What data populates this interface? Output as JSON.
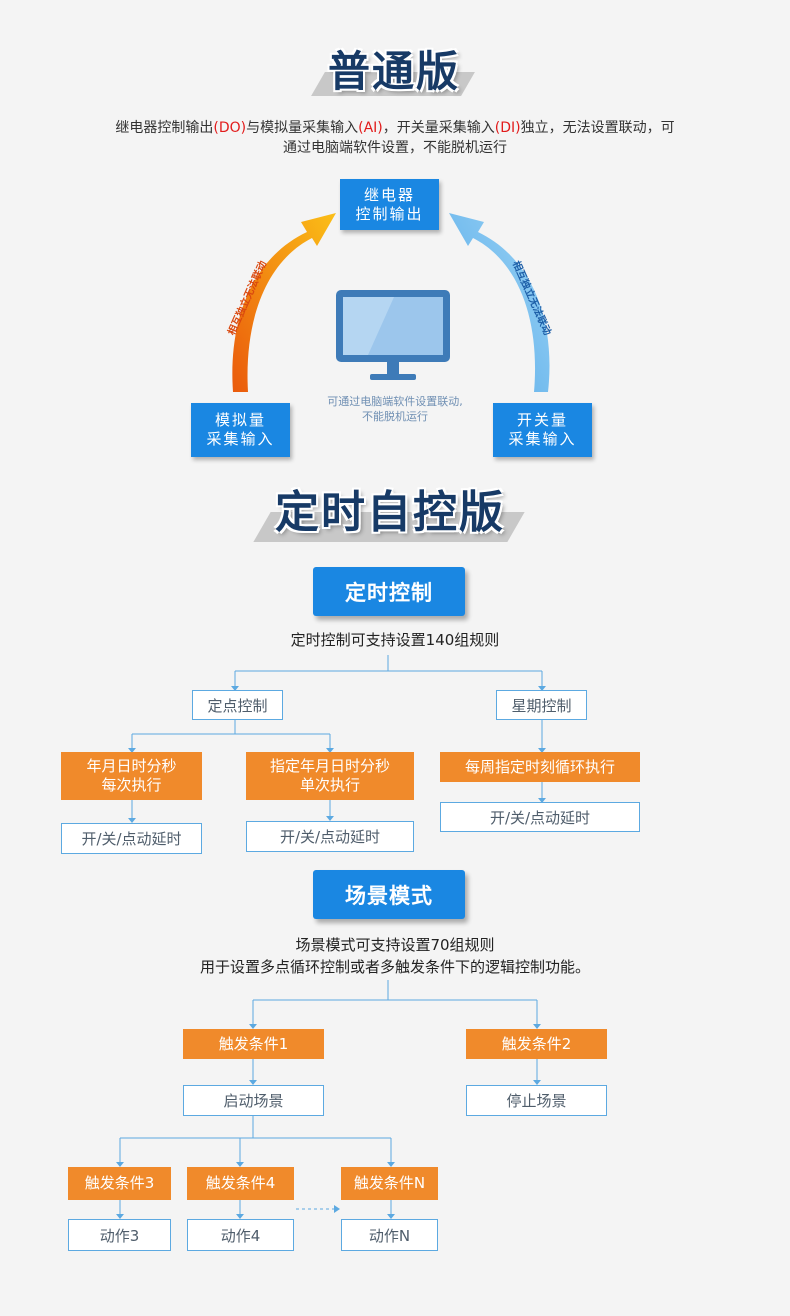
{
  "section1": {
    "title": "普通版",
    "intro": {
      "line1_parts": [
        "继电器控制输出",
        "(DO)",
        "与模拟量采集输入",
        "(AI)",
        "，开关量采集输入",
        "(DI)",
        "独立，无法设置联动，可"
      ],
      "line2": "通过电脑端软件设置，不能脱机运行"
    },
    "top_box": {
      "line1": "继电器",
      "line2": "控制输出"
    },
    "left_box": {
      "line1": "模拟量",
      "line2": "采集输入"
    },
    "right_box": {
      "line1": "开关量",
      "line2": "采集输入"
    },
    "left_arc_label": "相互独立无法联动",
    "right_arc_label": "相互独立无法联动",
    "center_note": {
      "line1": "可通过电脑端软件设置联动,",
      "line2": "不能脱机运行"
    },
    "colors": {
      "box": "#1a87e2",
      "left_arc_start": "#ea5a0c",
      "left_arc_end": "#fbbf17",
      "right_arc_start": "#52a8e8",
      "right_arc_end": "#9dd4f5",
      "monitor": "#3e7bb8"
    }
  },
  "section2": {
    "title": "定时自控版",
    "timing": {
      "pill": "定时控制",
      "desc": "定时控制可支持设置140组规则",
      "branch_left": "定点控制",
      "branch_right": "星期控制",
      "orange1": {
        "line1": "年月日时分秒",
        "line2": "每次执行"
      },
      "orange2": {
        "line1": "指定年月日时分秒",
        "line2": "单次执行"
      },
      "orange3": "每周指定时刻循环执行",
      "action1": "开/关/点动延时",
      "action2": "开/关/点动延时",
      "action3": "开/关/点动延时"
    },
    "scene": {
      "pill": "场景模式",
      "desc_line1": "场景模式可支持设置70组规则",
      "desc_line2": "用于设置多点循环控制或者多触发条件下的逻辑控制功能。",
      "trigger1": "触发条件1",
      "trigger2": "触发条件2",
      "start_scene": "启动场景",
      "stop_scene": "停止场景",
      "trigger3": "触发条件3",
      "trigger4": "触发条件4",
      "triggerN": "触发条件N",
      "action3": "动作3",
      "action4": "动作4",
      "actionN": "动作N"
    },
    "colors": {
      "pill": "#1a87e2",
      "orange": "#f08a2b",
      "line": "#5ca9e1"
    }
  }
}
